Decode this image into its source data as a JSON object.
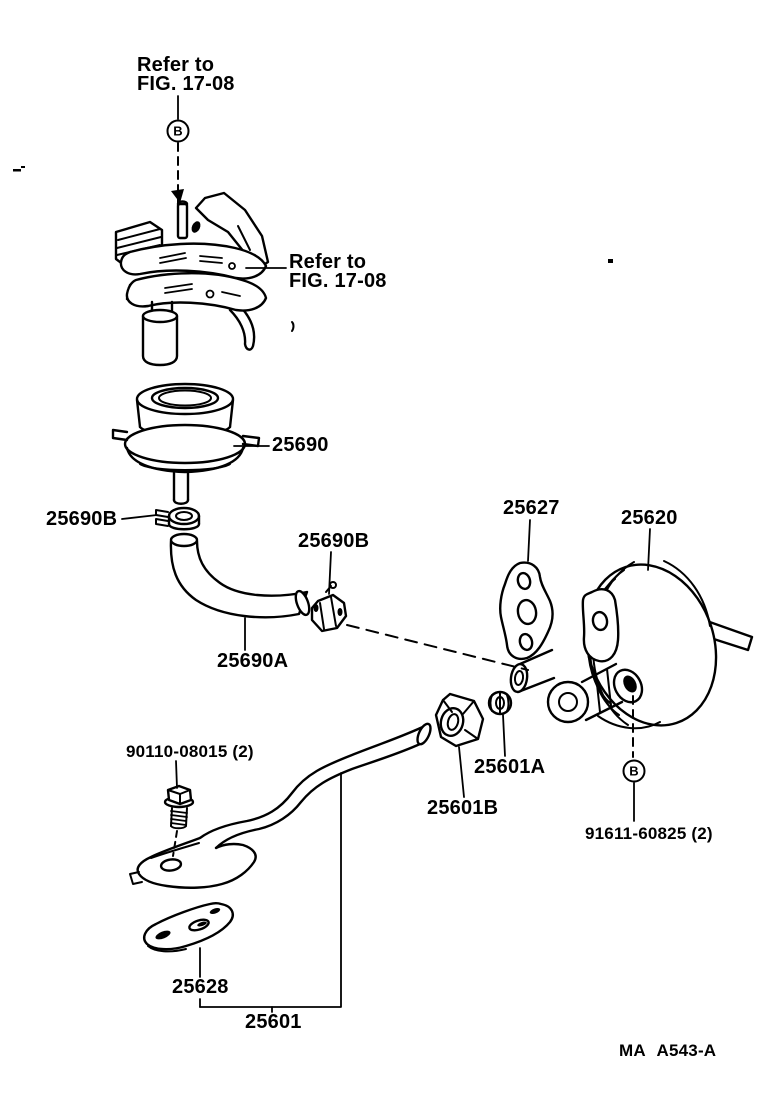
{
  "figure": {
    "plate_code": "MA A543-A",
    "references": {
      "top": {
        "line1": "Refer to",
        "line2": "FIG. 17-08"
      },
      "middle": {
        "line1": "Refer to",
        "line2": "FIG. 17-08"
      }
    },
    "symbols": {
      "top_bolt": "B",
      "pump_bolt": "B"
    },
    "parts": {
      "valve": "25690",
      "clamp_upper": "25690B",
      "clamp_middle": "25690B",
      "hose": "25690A",
      "gasket": "25627",
      "pump": "25620",
      "bolt": "90110-08015 (2)",
      "union_small": "25601A",
      "union_nut": "25601B",
      "stud": "91611-60825 (2)",
      "bracket": "25628",
      "pipe": "25601"
    }
  }
}
